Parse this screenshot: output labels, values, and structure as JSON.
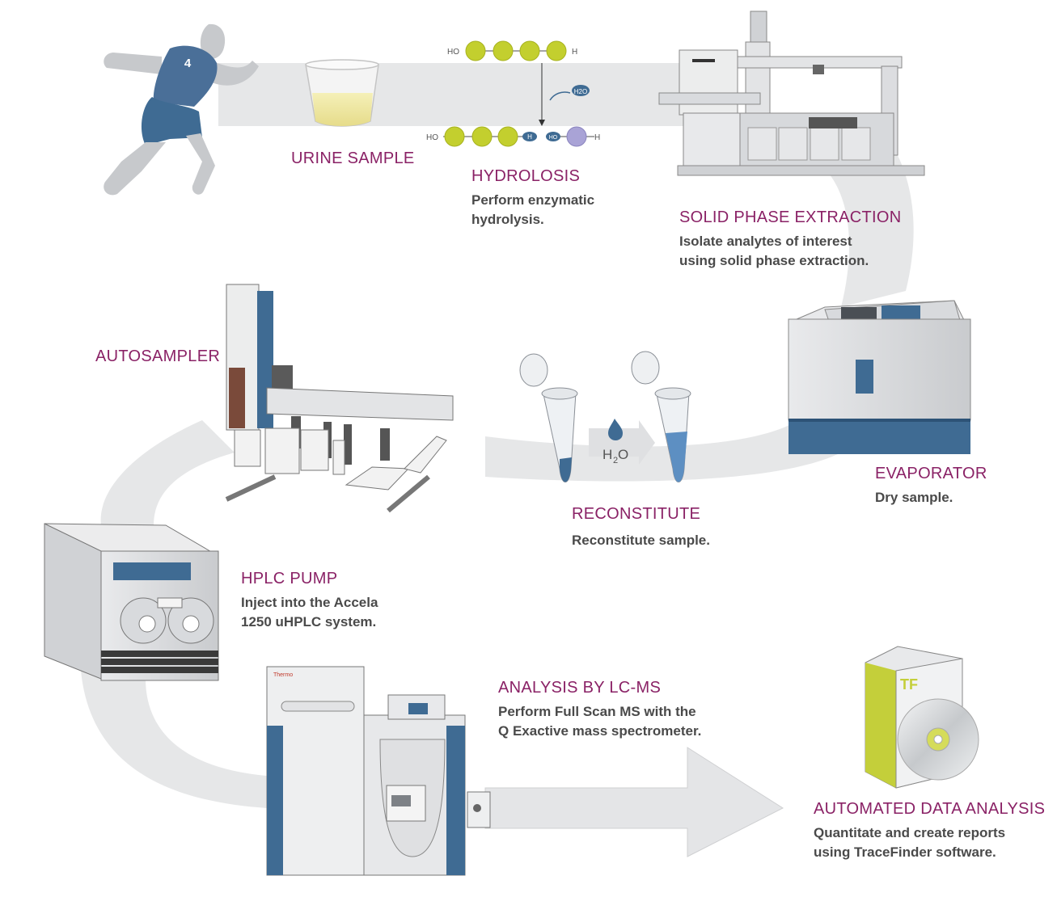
{
  "steps": {
    "urine": {
      "title": "URINE SAMPLE"
    },
    "hydrolosis": {
      "title": "HYDROLOSIS",
      "desc": "Perform enzymatic\nhydrolysis."
    },
    "spe": {
      "title": "SOLID PHASE EXTRACTION",
      "desc": "Isolate analytes of interest\nusing solid phase extraction."
    },
    "evaporator": {
      "title": "EVAPORATOR",
      "desc": "Dry sample."
    },
    "reconstitute": {
      "title": "RECONSTITUTE",
      "desc": "Reconstitute sample."
    },
    "autosampler": {
      "title": "AUTOSAMPLER"
    },
    "hplc": {
      "title": "HPLC PUMP",
      "desc": "Inject into the Accela\n1250 uHPLC system."
    },
    "lcms": {
      "title": "ANALYSIS BY LC-MS",
      "desc": "Perform Full Scan MS with the\nQ Exactive mass spectrometer."
    },
    "data": {
      "title": "AUTOMATED DATA ANALYSIS",
      "desc": "Quantitate and create reports\nusing TraceFinder software."
    }
  },
  "labels": {
    "runner_number": "4",
    "molecule_end_left": "HO",
    "molecule_end_right": "H",
    "fragment_h": "H",
    "fragment_ho": "HO",
    "water_small": "H2O",
    "water_h": "H",
    "water_sub": "2",
    "water_o": "O",
    "brand": "Thermo",
    "software_badge": "TF"
  },
  "colors": {
    "title": "#8a2266",
    "text": "#4a4a4a",
    "flow_band": "#e6e7e8",
    "instrument_blue": "#3f6b93",
    "molecule_green": "#c3cf2e",
    "molecule_purple": "#a9a3d6",
    "badge_green": "#c4cf3a"
  }
}
